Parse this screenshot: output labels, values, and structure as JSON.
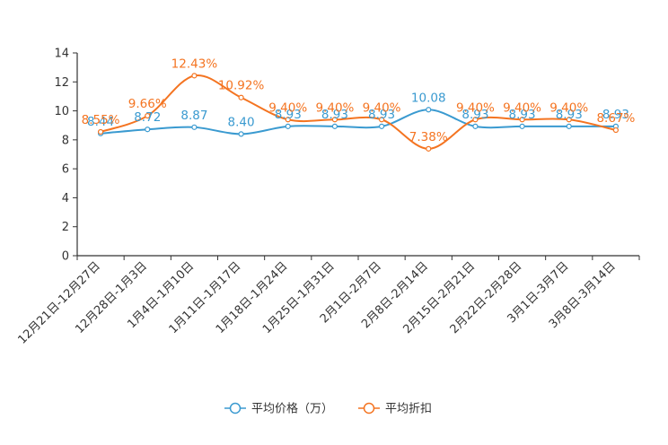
{
  "chart_data": {
    "type": "line",
    "categories": [
      "12月21日-12月27日",
      "12月28日-1月3日",
      "1月4日-1月10日",
      "1月11日-1月17日",
      "1月18日-1月24日",
      "1月25日-1月31日",
      "2月1日-2月7日",
      "2月8日-2月14日",
      "2月15日-2月21日",
      "2月22日-2月28日",
      "3月1日-3月7日",
      "3月8日-3月14日"
    ],
    "ylim": [
      0,
      14
    ],
    "yticks": [
      0,
      2,
      4,
      6,
      8,
      10,
      12,
      14
    ],
    "ytick_labels": [
      "0",
      "2",
      "4",
      "6",
      "8",
      "10",
      "12",
      "14"
    ],
    "grid": false,
    "legend_position": "bottom-center",
    "series": [
      {
        "name": "平均价格（万）",
        "color": "#3a9ad0",
        "values": [
          8.44,
          8.72,
          8.87,
          8.4,
          8.93,
          8.93,
          8.93,
          10.08,
          8.93,
          8.93,
          8.93,
          8.93
        ],
        "labels": [
          "8.44",
          "8.72",
          "8.87",
          "8.40",
          "8.93",
          "8.93",
          "8.93",
          "10.08",
          "8.93",
          "8.93",
          "8.93",
          "8.93"
        ]
      },
      {
        "name": "平均折扣",
        "color": "#f47421",
        "values": [
          8.55,
          9.66,
          12.43,
          10.92,
          9.4,
          9.4,
          9.4,
          7.38,
          9.4,
          9.4,
          9.4,
          8.67
        ],
        "labels": [
          "8.55%",
          "9.66%",
          "12.43%",
          "10.92%",
          "9.40%",
          "9.40%",
          "9.40%",
          "7.38%",
          "9.40%",
          "9.40%",
          "9.40%",
          "8.67%"
        ]
      }
    ]
  }
}
